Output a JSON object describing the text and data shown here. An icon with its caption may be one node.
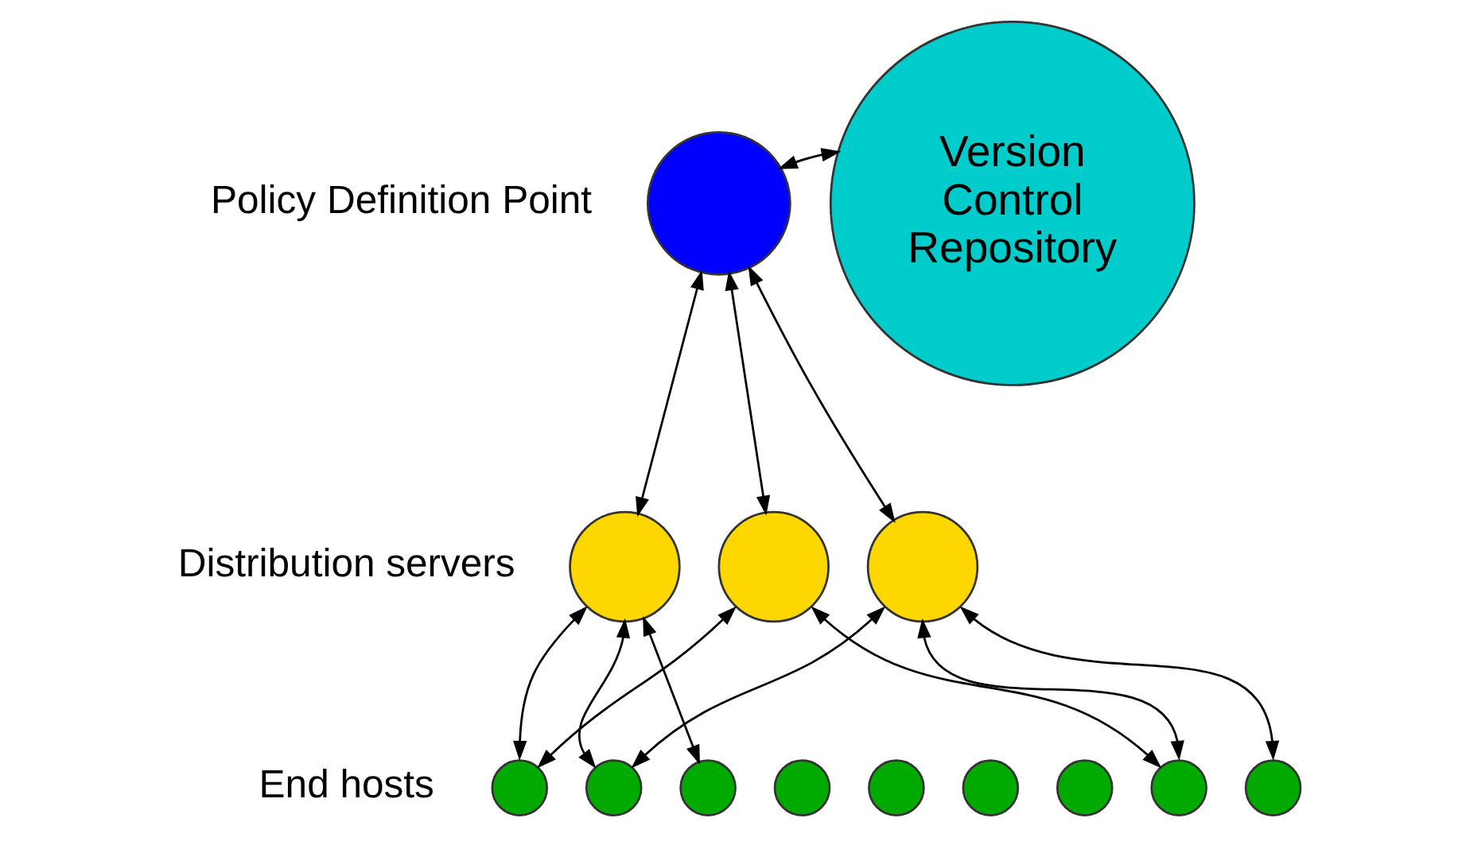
{
  "diagram": {
    "nodes": [
      {
        "text": [],
        "shape": "circle"
      },
      {
        "text": [
          "Version Control Repository"
        ]
      },
      {
        "text": [],
        "shape": "circle"
      },
      {
        "text": [],
        "shape": "circle"
      },
      {
        "text": [],
        "shape": "circle"
      },
      {
        "text": [],
        "shape": "circle"
      },
      {
        "text": [],
        "shape": "circle"
      },
      {
        "text": [],
        "shape": "circle"
      },
      {
        "text": [],
        "shape": "circle"
      },
      {
        "text": [],
        "shape": "circle"
      },
      {
        "text": [],
        "shape": "circle"
      },
      {
        "text": [],
        "shape": "circle"
      },
      {
        "text": [],
        "shape": "circle"
      },
      {
        "text": [],
        "shape": "circle"
      }
    ],
    "edges": [
      {
        "from": 0,
        "to": 1,
        "arrow": "both"
      },
      {
        "from": 0,
        "to": 2,
        "arrow": "both"
      },
      {
        "from": 0,
        "to": 3,
        "arrow": "both"
      },
      {
        "from": 0,
        "to": 4,
        "arrow": "both"
      },
      {
        "from": 2,
        "to": 5,
        "arrow": "both"
      },
      {
        "from": 2,
        "to": 6,
        "arrow": "both"
      },
      {
        "from": 2,
        "to": 7,
        "arrow": "both"
      },
      {
        "from": 3,
        "to": 5,
        "arrow": "both"
      },
      {
        "from": 4,
        "to": 6,
        "arrow": "both"
      },
      {
        "from": 3,
        "to": 12,
        "arrow": "both"
      },
      {
        "from": 4,
        "to": 12,
        "arrow": "both"
      },
      {
        "from": 4,
        "to": 13,
        "arrow": "both"
      }
    ],
    "labels": [
      "Policy Definition Point",
      "Distribution servers",
      "End hosts"
    ]
  }
}
